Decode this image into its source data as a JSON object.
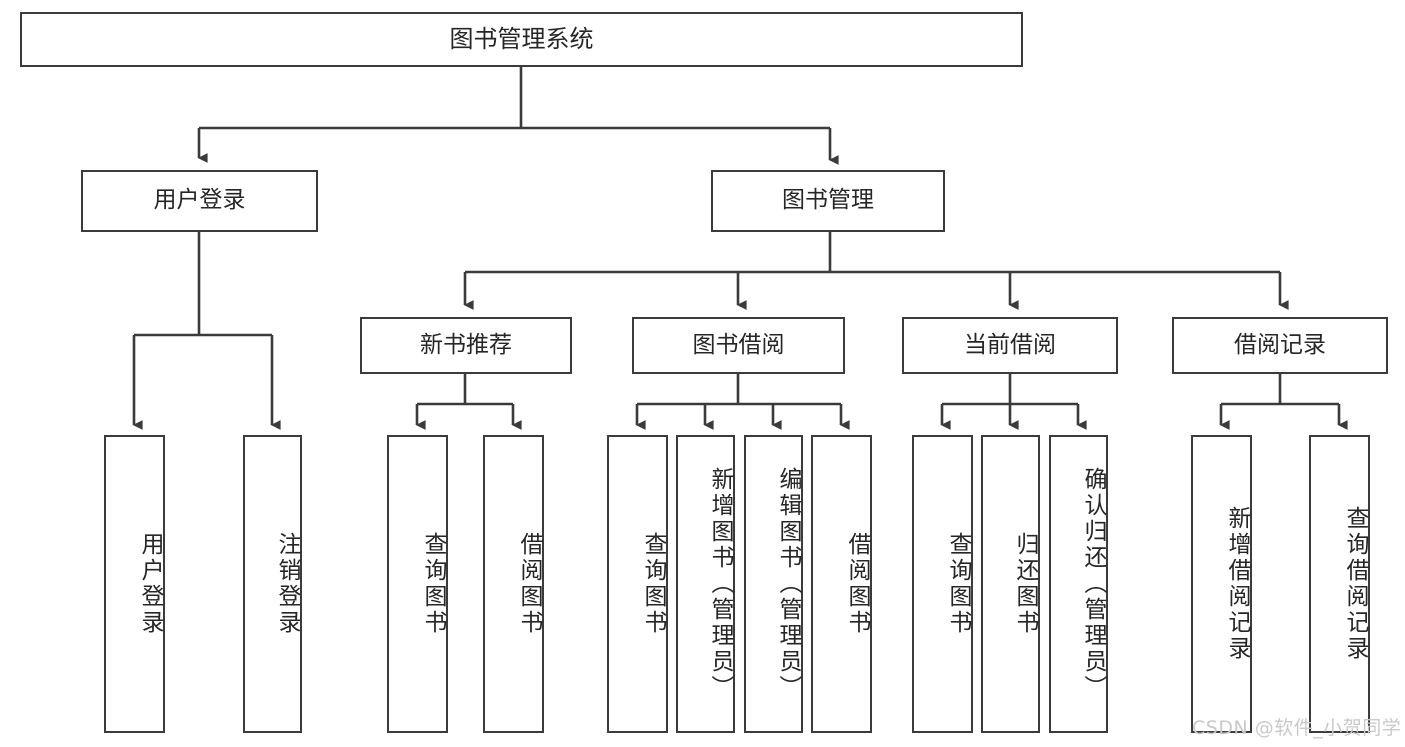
{
  "diagram": {
    "title": "图书管理系统",
    "type": "tree-hierarchy",
    "orientation": "top-down",
    "watermark": "CSDN @软件_小贺同学",
    "colors": {
      "box_border": "#3b3b3b",
      "box_fill": "#ffffff",
      "text": "#262626",
      "connector": "#3b3b3b",
      "watermark": "#c9c9c9",
      "background": "#ffffff"
    },
    "levels": {
      "root": "图书管理系统",
      "level1": [
        "用户登录",
        "图书管理"
      ],
      "level2": [
        "新书推荐",
        "图书借阅",
        "当前借阅",
        "借阅记录"
      ]
    },
    "nodes": {
      "root": {
        "id": "root",
        "label": "图书管理系统",
        "level": 0,
        "orientation": "horizontal"
      },
      "user_login": {
        "id": "user-login",
        "label": "用户登录",
        "level": 1,
        "orientation": "horizontal",
        "parent": "root"
      },
      "book_manage": {
        "id": "book-manage",
        "label": "图书管理",
        "level": 1,
        "orientation": "horizontal",
        "parent": "root"
      },
      "new_book_rec": {
        "id": "new-book-recommend",
        "label": "新书推荐",
        "level": 2,
        "orientation": "horizontal",
        "parent": "book_manage"
      },
      "book_borrow": {
        "id": "book-borrow",
        "label": "图书借阅",
        "level": 2,
        "orientation": "horizontal",
        "parent": "book_manage"
      },
      "current_borrow": {
        "id": "current-borrow",
        "label": "当前借阅",
        "level": 2,
        "orientation": "horizontal",
        "parent": "book_manage"
      },
      "borrow_record": {
        "id": "borrow-record",
        "label": "借阅记录",
        "level": 2,
        "orientation": "horizontal",
        "parent": "book_manage"
      },
      "leaf_1": {
        "id": "leaf-user-login",
        "label": "用户登录",
        "level": 3,
        "orientation": "vertical",
        "parent": "user_login"
      },
      "leaf_2": {
        "id": "leaf-logout-login",
        "label": "注销登录",
        "level": 3,
        "orientation": "vertical",
        "parent": "user_login"
      },
      "leaf_3": {
        "id": "leaf-query-book-a",
        "label": "查询图书",
        "level": 3,
        "orientation": "vertical",
        "parent": "new_book_rec"
      },
      "leaf_4": {
        "id": "leaf-borrow-book-a",
        "label": "借阅图书",
        "level": 3,
        "orientation": "vertical",
        "parent": "new_book_rec"
      },
      "leaf_5": {
        "id": "leaf-query-book-b",
        "label": "查询图书",
        "level": 3,
        "orientation": "vertical",
        "parent": "book_borrow"
      },
      "leaf_6": {
        "id": "leaf-add-book-admin",
        "label": "新增图书（管理员）",
        "level": 3,
        "orientation": "vertical",
        "parent": "book_borrow"
      },
      "leaf_7": {
        "id": "leaf-edit-book-admin",
        "label": "编辑图书（管理员）",
        "level": 3,
        "orientation": "vertical",
        "parent": "book_borrow"
      },
      "leaf_8": {
        "id": "leaf-borrow-book-b",
        "label": "借阅图书",
        "level": 3,
        "orientation": "vertical",
        "parent": "book_borrow"
      },
      "leaf_9": {
        "id": "leaf-query-book-c",
        "label": "查询图书",
        "level": 3,
        "orientation": "vertical",
        "parent": "current_borrow"
      },
      "leaf_10": {
        "id": "leaf-return-book",
        "label": "归还图书",
        "level": 3,
        "orientation": "vertical",
        "parent": "current_borrow"
      },
      "leaf_11": {
        "id": "leaf-confirm-return-admin",
        "label": "确认归还（管理员）",
        "level": 3,
        "orientation": "vertical",
        "parent": "current_borrow"
      },
      "leaf_12": {
        "id": "leaf-add-borrow-record",
        "label": "新增借阅记录",
        "level": 3,
        "orientation": "vertical",
        "parent": "borrow_record"
      },
      "leaf_13": {
        "id": "leaf-query-borrow-record",
        "label": "查询借阅记录",
        "level": 3,
        "orientation": "vertical",
        "parent": "borrow_record"
      }
    },
    "edges": [
      {
        "from": "图书管理系统",
        "to": "用户登录"
      },
      {
        "from": "图书管理系统",
        "to": "图书管理"
      },
      {
        "from": "用户登录",
        "to": "用户登录"
      },
      {
        "from": "用户登录",
        "to": "注销登录"
      },
      {
        "from": "图书管理",
        "to": "新书推荐"
      },
      {
        "from": "图书管理",
        "to": "图书借阅"
      },
      {
        "from": "图书管理",
        "to": "当前借阅"
      },
      {
        "from": "图书管理",
        "to": "借阅记录"
      },
      {
        "from": "新书推荐",
        "to": "查询图书"
      },
      {
        "from": "新书推荐",
        "to": "借阅图书"
      },
      {
        "from": "图书借阅",
        "to": "查询图书"
      },
      {
        "from": "图书借阅",
        "to": "新增图书（管理员）"
      },
      {
        "from": "图书借阅",
        "to": "编辑图书（管理员）"
      },
      {
        "from": "图书借阅",
        "to": "借阅图书"
      },
      {
        "from": "当前借阅",
        "to": "查询图书"
      },
      {
        "from": "当前借阅",
        "to": "归还图书"
      },
      {
        "from": "当前借阅",
        "to": "确认归还（管理员）"
      },
      {
        "from": "借阅记录",
        "to": "新增借阅记录"
      },
      {
        "from": "借阅记录",
        "to": "查询借阅记录"
      }
    ]
  }
}
